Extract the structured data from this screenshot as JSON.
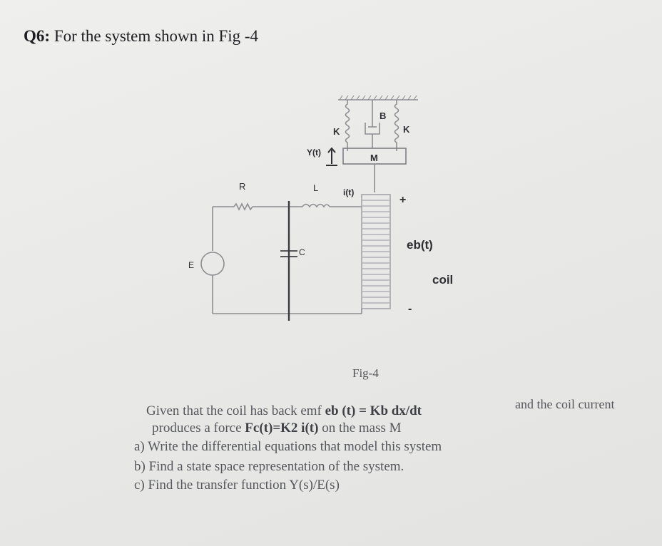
{
  "question": {
    "number": "Q6:",
    "title": "For the system shown in Fig -4"
  },
  "figure": {
    "caption": "Fig-4",
    "labels": {
      "spring_left": "K",
      "spring_right": "K",
      "damper": "B",
      "mass": "M",
      "displacement": "Y(t)",
      "current": "i(t)",
      "inductor": "L",
      "resistor": "R",
      "capacitor": "C",
      "source": "E",
      "plus": "+",
      "minus": "-",
      "back_emf": "eb(t)",
      "coil": "coil"
    }
  },
  "text": {
    "given_prefix": "Given that the coil has back emf ",
    "emf_formula": "eb (t) = Kb dx/dt",
    "given_suffix": "and the coil current",
    "produces_prefix": "produces a force ",
    "force_formula": "Fc(t)=K2 i(t)",
    "produces_suffix": " on the mass M",
    "item_a": "a) Write the differential equations that model this system",
    "item_b": "b) Find a state space representation of the system.",
    "item_c": "c) Find the transfer function Y(s)/E(s)"
  }
}
